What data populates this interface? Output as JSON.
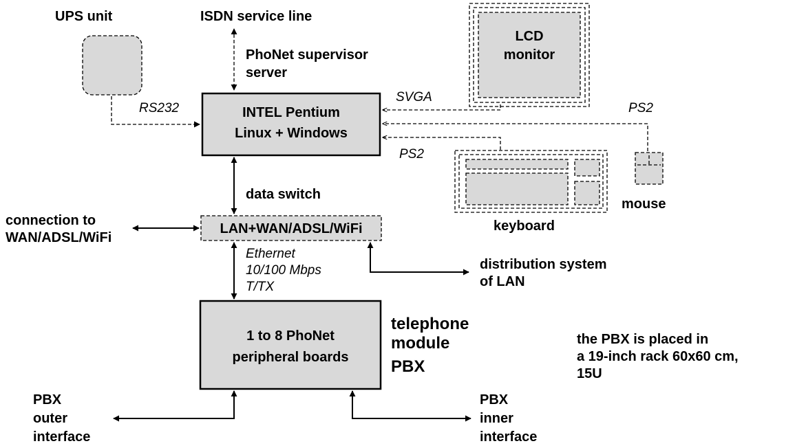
{
  "labels": {
    "ups_unit": "UPS unit",
    "isdn_line": "ISDN service line",
    "supervisor_1": "PhoNet supervisor",
    "supervisor_2": "server",
    "lcd_1": "LCD",
    "lcd_2": "monitor",
    "rs232": "RS232",
    "svga": "SVGA",
    "ps2_mouse": "PS2",
    "ps2_keyboard": "PS2",
    "intel_1": "INTEL Pentium",
    "intel_2": "Linux + Windows",
    "data_switch": "data switch",
    "mouse": "mouse",
    "keyboard": "keyboard",
    "conn_1": "connection to",
    "conn_2": "WAN/ADSL/WiFi",
    "lan_box": "LAN+WAN/ADSL/WiFi",
    "ethernet_1": "Ethernet",
    "ethernet_2": "10/100 Mbps",
    "ethernet_3": "T/TX",
    "distrib_1": "distribution system",
    "distrib_2": "of LAN",
    "boards_1": "1 to 8 PhoNet",
    "boards_2": "peripheral boards",
    "tel_1": "telephone",
    "tel_2": "module",
    "tel_3": "PBX",
    "rack_1": "the PBX is placed in",
    "rack_2": "a 19-inch rack 60x60 cm,",
    "rack_3": "15U",
    "outer_1": "PBX",
    "outer_2": "outer",
    "outer_3": "interface",
    "inner_1": "PBX",
    "inner_2": "inner",
    "inner_3": "interface"
  }
}
